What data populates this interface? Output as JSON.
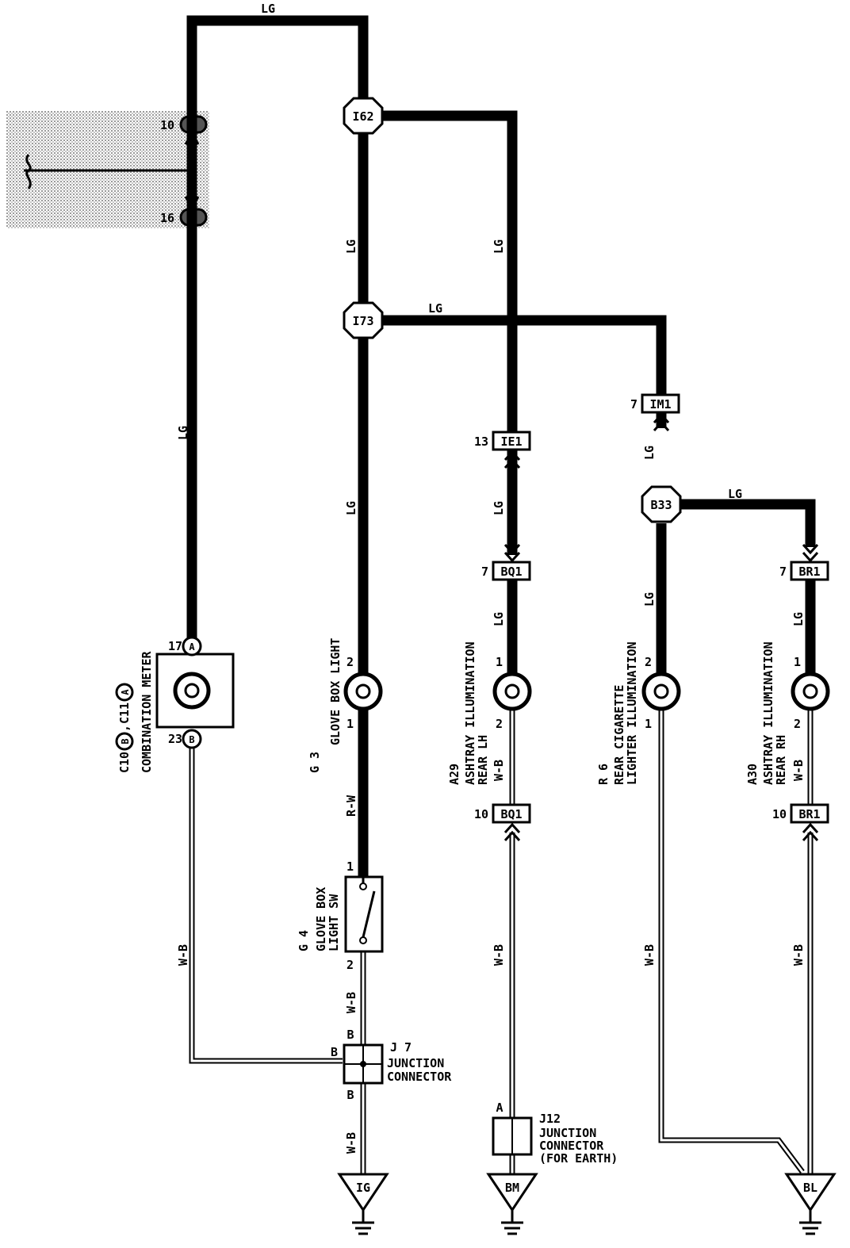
{
  "wire_labels": {
    "top": "LG",
    "left_vertical": "LG",
    "i62_i73": "LG",
    "i62_right": "LG",
    "i73_right": "LG",
    "i73_down": "LG",
    "im1_b33": "LG",
    "b33_right": "LG",
    "ie1_bq1": "LG",
    "bq1_a29": "LG",
    "b33_r6": "LG",
    "br1_a30": "LG",
    "g3_g4": "R-W",
    "g4_j7": "W-B",
    "j7_ig": "W-B",
    "meter_j7": "W-B",
    "a29_bq1": "W-B",
    "bq1_j12": "W-B",
    "r6_bl": "W-B",
    "a30_br1": "W-B",
    "br1_bl": "W-B"
  },
  "connectors": {
    "i62": "I62",
    "i73": "I73",
    "b33": "B33",
    "ie1": "IE1",
    "im1": "IM1",
    "bq1_top": "BQ1",
    "bq1_bottom": "BQ1",
    "br1_top": "BR1",
    "br1_bottom": "BR1",
    "meter_a": "A",
    "meter_b": "B"
  },
  "pins": {
    "ie1": "13",
    "im1": "7",
    "bq1_top": "7",
    "br1_top": "7",
    "bq1_bottom": "10",
    "br1_bottom": "10",
    "meter_top": "17",
    "meter_bottom": "23",
    "g3_top": "2",
    "g3_bottom": "1",
    "g4_top": "1",
    "g4_bottom": "2",
    "a29_top": "1",
    "a29_bottom": "2",
    "r6_top": "2",
    "r6_bottom": "1",
    "a30_top": "1",
    "a30_bottom": "2",
    "j7_top": "B",
    "j7_left": "B",
    "j7_bottom": "B",
    "j12_top": "A"
  },
  "components": {
    "meter": {
      "code_a": "C10",
      "letter_a": "B",
      "sep": ",",
      "code_b": "C11",
      "letter_b": "A",
      "name": "COMBINATION METER"
    },
    "g3": {
      "code": "G 3",
      "name": "GLOVE BOX LIGHT"
    },
    "g4": {
      "code": "G 4",
      "name1": "GLOVE BOX",
      "name2": "LIGHT SW"
    },
    "a29": {
      "code": "A29",
      "name1": "ASHTRAY ILLUMINATION",
      "name2": "REAR LH"
    },
    "r6": {
      "code": "R 6",
      "name1": "REAR CIGARETTE",
      "name2": "LIGHTER ILLUMINATION"
    },
    "a30": {
      "code": "A30",
      "name1": "ASHTRAY ILLUMINATION",
      "name2": "REAR RH"
    },
    "j7": {
      "code": "J 7",
      "name1": "JUNCTION",
      "name2": "CONNECTOR"
    },
    "j12": {
      "code": "J12",
      "name1": "JUNCTION",
      "name2": "CONNECTOR",
      "name3": "(FOR EARTH)"
    }
  },
  "grounds": {
    "ig": "IG",
    "bm": "BM",
    "bl": "BL"
  },
  "colors": {
    "wire": "#000000",
    "background": "#ffffff",
    "shade": "#d4d4d4"
  }
}
